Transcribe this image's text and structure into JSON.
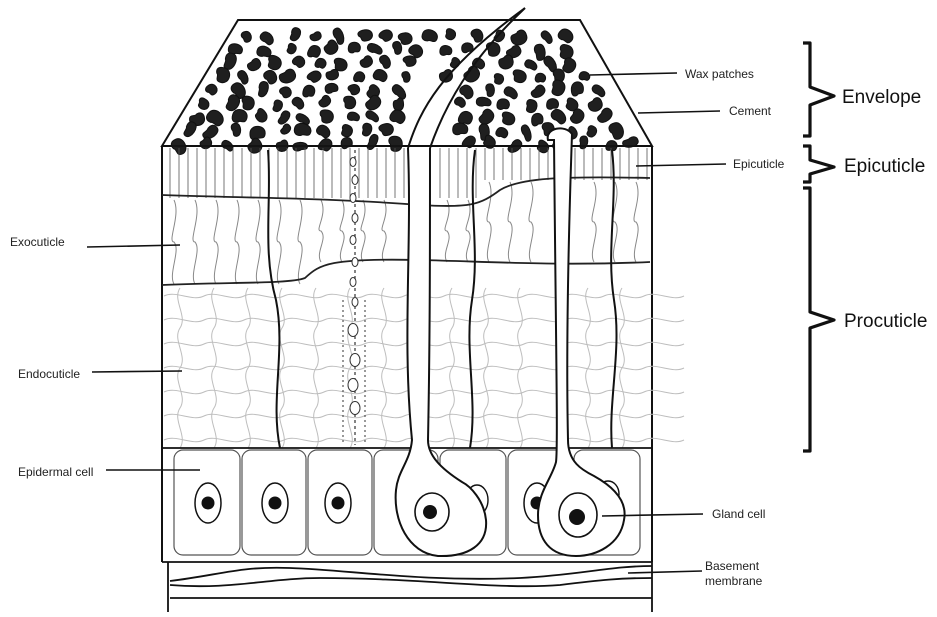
{
  "labels": {
    "wax_patches": "Wax patches",
    "cement": "Cement",
    "epicuticle": "Epicuticle",
    "exocuticle": "Exocuticle",
    "endocuticle": "Endocuticle",
    "epidermal_cell": "Epidermal cell",
    "gland_cell": "Gland cell",
    "basement_line1": "Basement",
    "basement_line2": "membrane"
  },
  "brackets": {
    "envelope": "Envelope",
    "epicuticle": "Epicuticle",
    "procuticle": "Procuticle"
  }
}
